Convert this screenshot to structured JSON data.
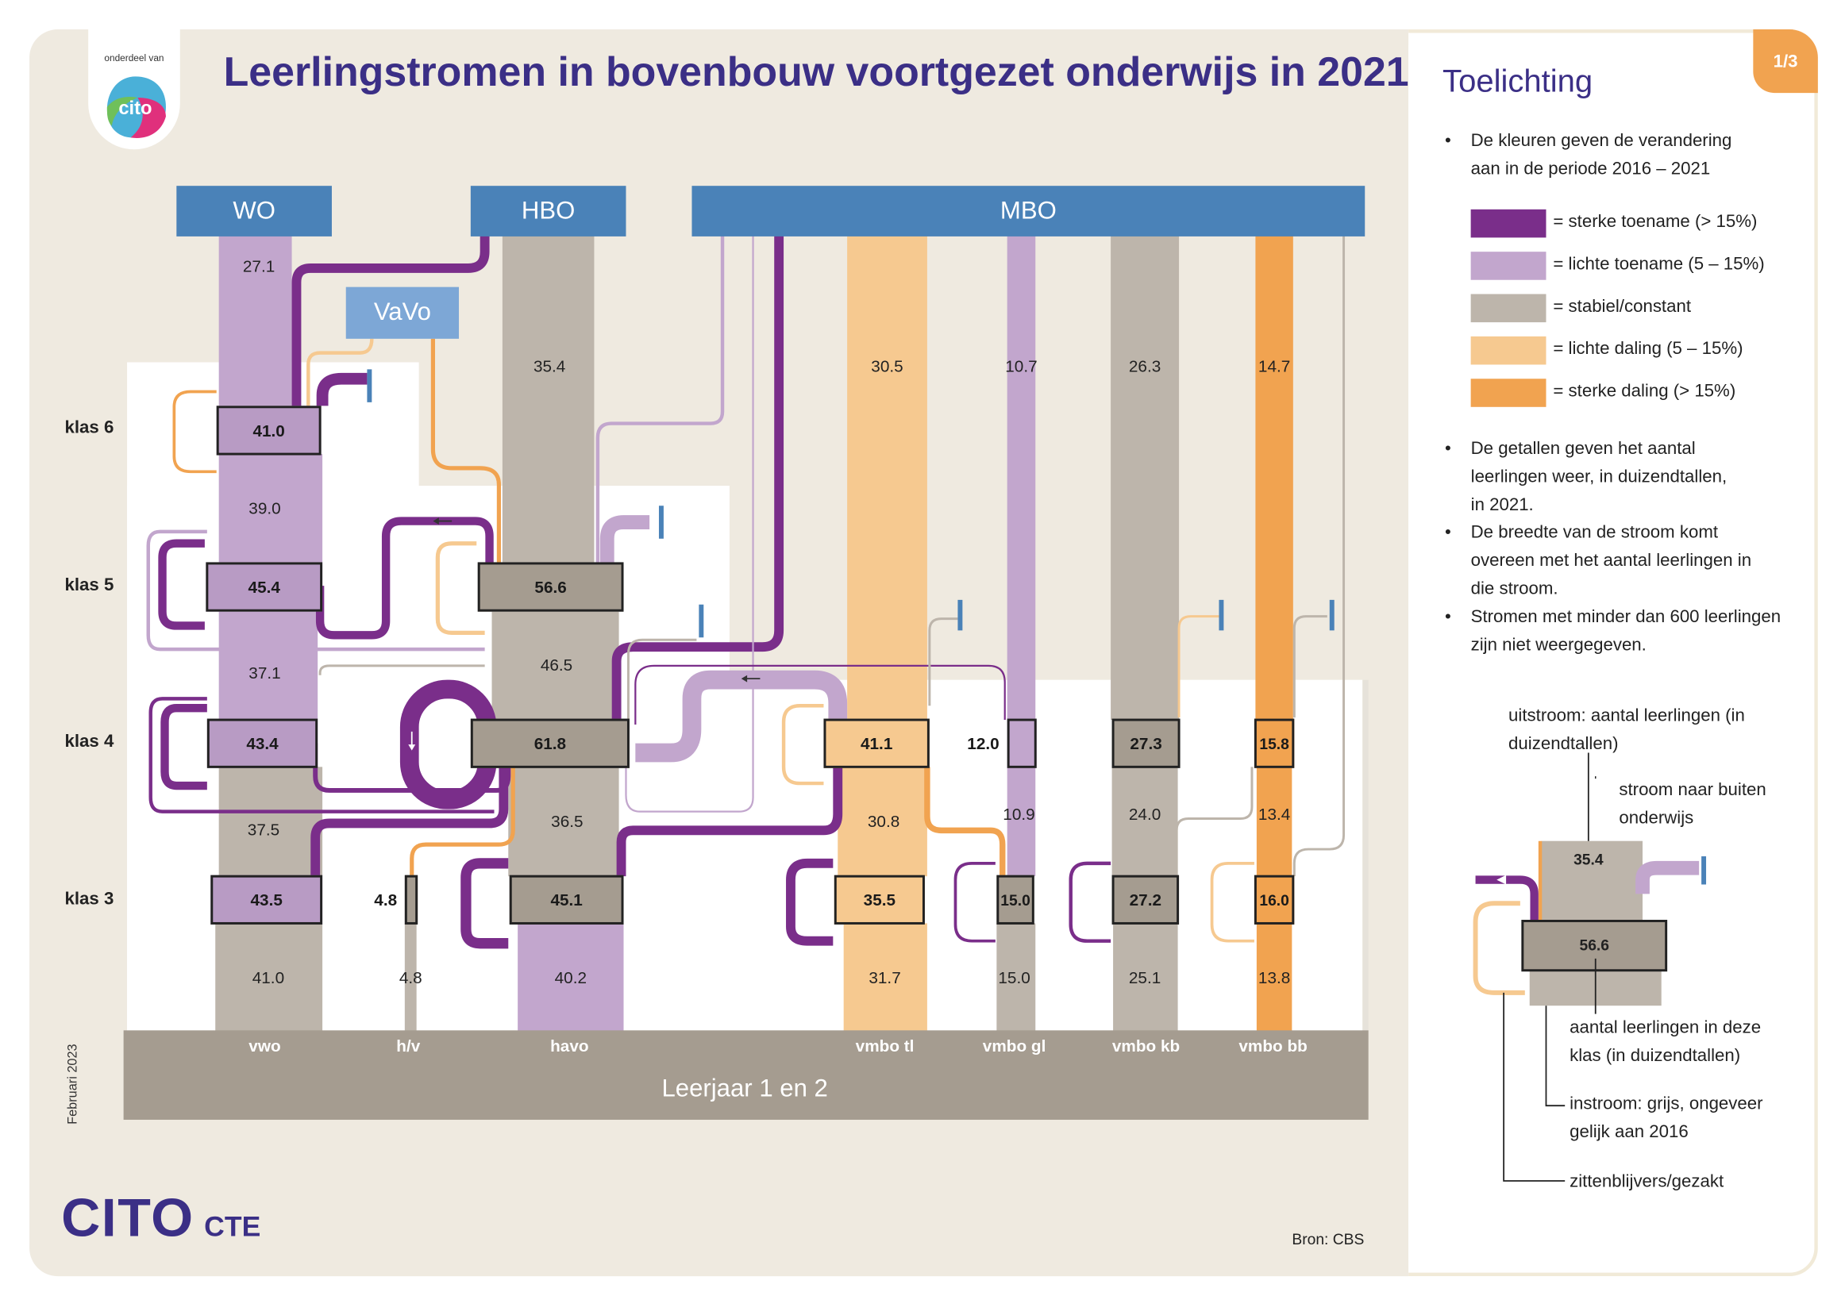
{
  "header": {
    "title": "Leerlingstromen in bovenbouw voortgezet onderwijs in 2021",
    "badge_caption": "onderdeel van",
    "badge_logo": "cito",
    "page_indicator": "1/3"
  },
  "destinations": {
    "wo": "WO",
    "hbo": "HBO",
    "mbo": "MBO",
    "vavo": "VaVo"
  },
  "grades": {
    "klas6": "klas 6",
    "klas5": "klas 5",
    "klas4": "klas 4",
    "klas3": "klas 3"
  },
  "tracks": [
    "vwo",
    "h/v",
    "havo",
    "vmbo tl",
    "vmbo gl",
    "vmbo kb",
    "vmbo bb"
  ],
  "base": {
    "label": "Leerjaar 1 en 2"
  },
  "boxes": {
    "vwo6": "41.0",
    "vwo5": "45.4",
    "vwo4": "43.4",
    "vwo3": "43.5",
    "hv3": "4.8",
    "havo5": "56.6",
    "havo4": "61.8",
    "havo3": "45.1",
    "tl4": "41.1",
    "tl3": "35.5",
    "gl4": "12.0",
    "gl3": "15.0",
    "kb4": "27.3",
    "kb3": "27.2",
    "bb4": "15.8",
    "bb3": "16.0"
  },
  "flows": {
    "vwo_wo": "27.1",
    "vwo_6_5": "39.0",
    "vwo_5_4": "37.1",
    "vwo_4_3": "37.5",
    "vwo_in": "41.0",
    "hv_in": "4.8",
    "havo_hbo": "35.4",
    "havo_5_4": "46.5",
    "havo_4_3": "36.5",
    "havo_in": "40.2",
    "tl_mbo": "30.5",
    "tl_4_3": "30.8",
    "tl_in": "31.7",
    "gl_mbo": "10.7",
    "gl_4_3": "10.9",
    "gl_in": "15.0",
    "kb_mbo": "26.3",
    "kb_4_3": "24.0",
    "kb_in": "25.1",
    "bb_mbo": "14.7",
    "bb_4_3": "13.4",
    "bb_in": "13.8"
  },
  "legend": {
    "title": "Toelichting",
    "intro": "De kleuren geven de verandering aan in de periode 2016 – 2021",
    "items": [
      {
        "color": "#7a2e8a",
        "label": "= sterke toename (> 15%)"
      },
      {
        "color": "#c2a6cd",
        "label": "= lichte toename (5 – 15%)"
      },
      {
        "color": "#bdb5ab",
        "label": "= stabiel/constant"
      },
      {
        "color": "#f6c990",
        "label": "= lichte daling (5 – 15%)"
      },
      {
        "color": "#f1a350",
        "label": "= sterke daling (> 15%)"
      }
    ],
    "bullets": [
      "De getallen geven het aantal leerlingen weer, in duizendtallen, in 2021.",
      "De breedte van de stroom komt overeen met het aantal leerlingen in die stroom.",
      "Stromen met minder dan 600 leerlingen zijn niet weergegeven."
    ]
  },
  "example": {
    "outflow_label": "uitstroom: aantal leerlingen (in duizendtallen)",
    "outside_label": "stroom naar buiten onderwijs",
    "class_label": "aantal leerlingen in deze klas (in duizendtallen)",
    "inflow_label": "instroom: grijs, ongeveer gelijk aan 2016",
    "repeat_label": "zittenblijvers/gezakt",
    "outflow_value": "35.4",
    "class_value": "56.6"
  },
  "footer": {
    "date": "Februari 2023",
    "brand": "CITO",
    "brand_suffix": "CTE",
    "source": "Bron: CBS"
  },
  "colors": {
    "strong_increase": "#7a2e8a",
    "light_increase": "#c2a6cd",
    "stable": "#bdb5ab",
    "light_decrease": "#f6c990",
    "strong_decrease": "#f1a350",
    "destination_blue": "#4a82b8",
    "title_purple": "#3b2f86",
    "base_gray": "#a59c90"
  }
}
